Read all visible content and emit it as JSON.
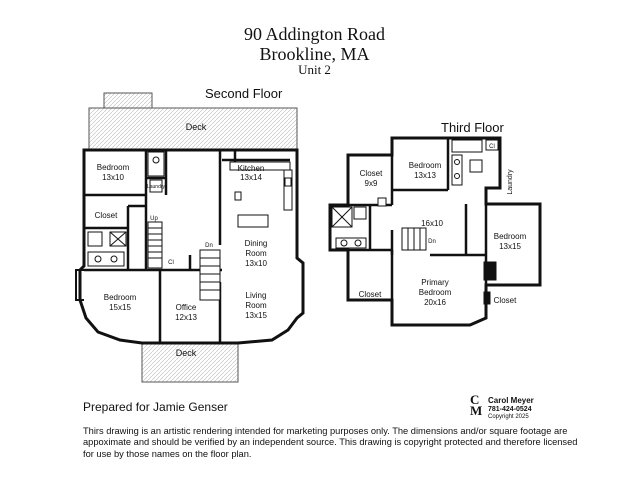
{
  "header": {
    "address_line1": "90 Addington Road",
    "address_line2": "Brookline, MA",
    "unit": "Unit 2"
  },
  "second_floor": {
    "label": "Second Floor",
    "rooms": {
      "deck_top": "Deck",
      "bedroom1_name": "Bedroom",
      "bedroom1_size": "13x10",
      "laundry": "Laundry",
      "closet": "Closet",
      "up": "Up",
      "kitchen_name": "Kitchen",
      "kitchen_size": "13x14",
      "dining_name1": "Dining",
      "dining_name2": "Room",
      "dining_size": "13x10",
      "dn": "Dn",
      "cl": "Cl",
      "bedroom2_name": "Bedroom",
      "bedroom2_size": "15x15",
      "office_name": "Office",
      "office_size": "12x13",
      "living_name1": "Living",
      "living_name2": "Room",
      "living_size": "13x15",
      "deck_bottom": "Deck"
    }
  },
  "third_floor": {
    "label": "Third Floor",
    "rooms": {
      "closet_a_name": "Closet",
      "closet_a_size": "9x9",
      "bedroom_a_name": "Bedroom",
      "bedroom_a_size": "13x13",
      "cl": "Cl",
      "laundry": "Laundry",
      "hall_size": "16x10",
      "dn": "Dn",
      "bedroom_b_name": "Bedroom",
      "bedroom_b_size": "13x15",
      "closet_b": "Closet",
      "primary_name1": "Primary",
      "primary_name2": "Bedroom",
      "primary_size": "20x16",
      "closet_c": "Closet"
    }
  },
  "footer": {
    "prepared_for": "Prepared for Jamie Genser",
    "disclaimer": "Thirs drawing is an artistic rendering intended for marketing purposes only.  The dimensions and/or square footage are appoximate and should be verified by an independent source. This drawing is copyright protected and therefore licensed for use by those names on the floor plan.",
    "brand_mark": "CM",
    "brand_name": "Carol Meyer",
    "brand_phone": "781-424-0524",
    "brand_copyright": "Copyright 2025"
  }
}
